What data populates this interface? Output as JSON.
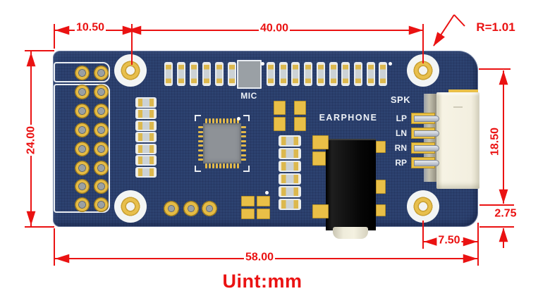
{
  "drawing": {
    "unit_label": "Uint:mm",
    "dims": {
      "hole_offset_x": "10.50",
      "hole_spacing_x": "40.00",
      "corner_radius": "R=1.01",
      "board_height": "24.00",
      "hole_spacing_y": "18.50",
      "hole_offset_bottom": "2.75",
      "hole_offset_right": "7.50",
      "board_width": "58.00"
    }
  },
  "board": {
    "labels": {
      "mic": "MIC",
      "earphone": "EARPHONE",
      "spk": "SPK"
    },
    "pin_labels": [
      "LP",
      "LN",
      "RN",
      "RP"
    ]
  },
  "colors": {
    "dimension_red": "#ea1212",
    "board_blue": "#2d4270",
    "pad_yellow": "#e7bc42",
    "silkscreen_white": "#e9edf2"
  }
}
